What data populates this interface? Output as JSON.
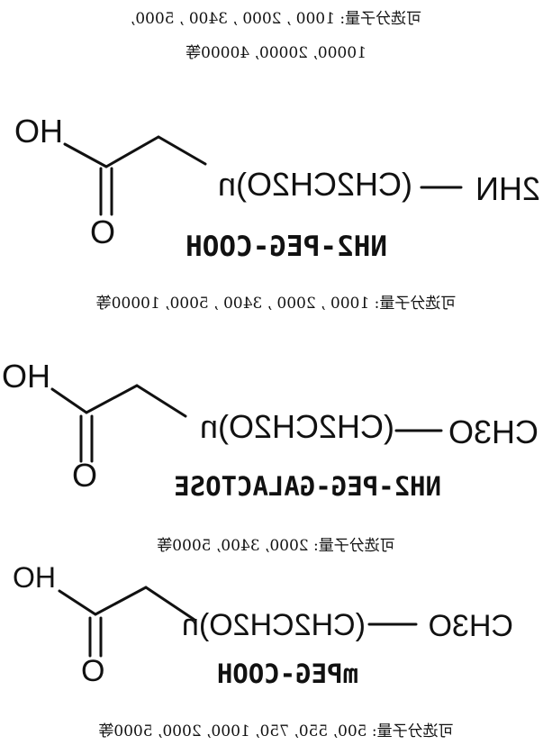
{
  "colors": {
    "ink": "#111111",
    "label": "#e8b98c"
  },
  "notes": [
    "可选分子量: 1000 , 2000 , 3400 , 5000,",
    "10000, 20000, 40000等",
    "可选分子量: 1000 , 2000 , 3400 , 5000, 10000等",
    "可选分子量: 2000, 3400, 5000等",
    "可选分子量: 500, 550, 750, 1000, 2000, 5000等"
  ],
  "structures": [
    {
      "oh": "OH",
      "o": "O",
      "chain": "(CH2CH2O)n",
      "end_group": "2HN",
      "name": "NH2-PEG-COOH"
    },
    {
      "oh": "OH",
      "o": "O",
      "chain": "(CH2CH2O)n",
      "end_group": "CH3O",
      "name": "NH2-PEG-GALACTOSE"
    },
    {
      "oh": "OH",
      "o": "O",
      "chain": "(CH2CH2O)n",
      "end_group": "CH3O",
      "name": "mPEG-COOH"
    }
  ]
}
